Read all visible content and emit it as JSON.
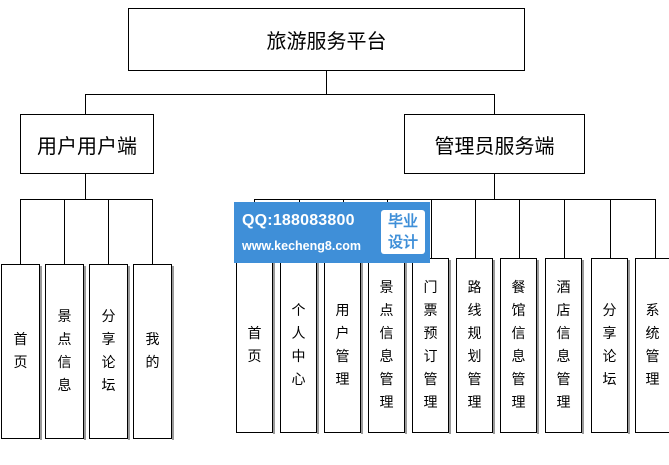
{
  "root": {
    "label": "旅游服务平台"
  },
  "branches": [
    {
      "label": "用户用户端",
      "children": [
        "首页",
        "景点信息",
        "分享论坛",
        "我的"
      ]
    },
    {
      "label": "管理员服务端",
      "children": [
        "首页",
        "个人中心",
        "用户管理",
        "景点信息管理",
        "门票预订管理",
        "路线规划管理",
        "餐馆信息管理",
        "酒店信息管理",
        "分享论坛",
        "系统管理"
      ]
    }
  ],
  "watermark": {
    "qq": "QQ:188083800",
    "url": "www.kecheng8.com",
    "badge": "毕业\n设计"
  }
}
